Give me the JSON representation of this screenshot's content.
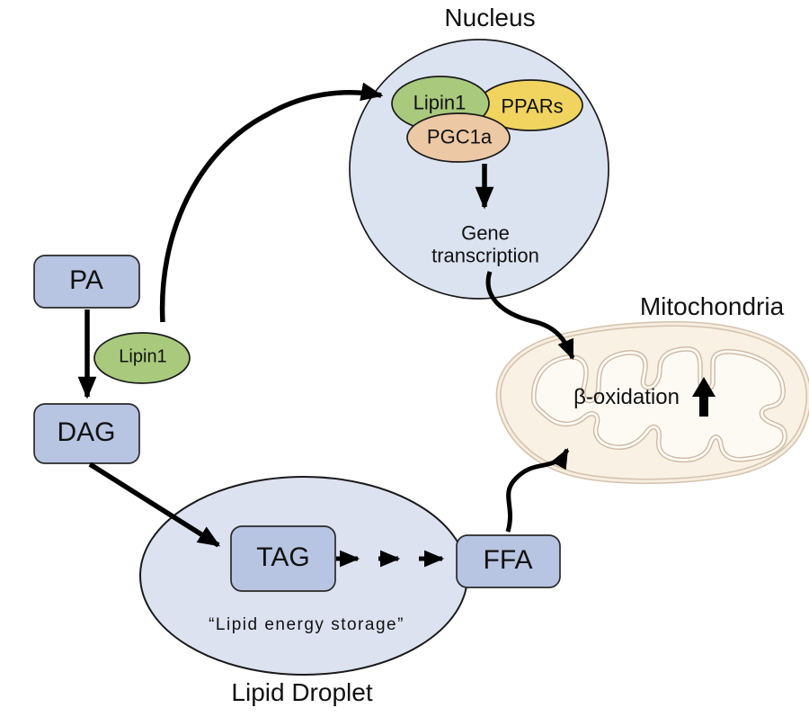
{
  "diagram": {
    "nucleus": {
      "title": "Nucleus",
      "lipin1": "Lipin1",
      "ppars": "PPARs",
      "pgc1a": "PGC1a",
      "gene_line1": "Gene",
      "gene_line2": "transcription"
    },
    "pathway": {
      "pa": "PA",
      "enzyme": "Lipin1",
      "dag": "DAG",
      "tag": "TAG",
      "ffa": "FFA"
    },
    "lipid_droplet": {
      "caption": "“Lipid energy storage”",
      "label": "Lipid Droplet"
    },
    "mitochondria": {
      "label": "Mitochondria",
      "process": "β-oxidation"
    },
    "colors": {
      "node_fill": "#b7c4e2",
      "nucleus_fill": "#dce3f0",
      "droplet_fill": "#dce2f0",
      "lipin1_fill": "#a9c97d",
      "ppars_fill": "#f0d45f",
      "pgc1a_fill": "#ecc8a4",
      "mito_fill": "#f8f1e4",
      "mito_membrane": "#d4c1ad",
      "arrow": "#000000"
    }
  }
}
